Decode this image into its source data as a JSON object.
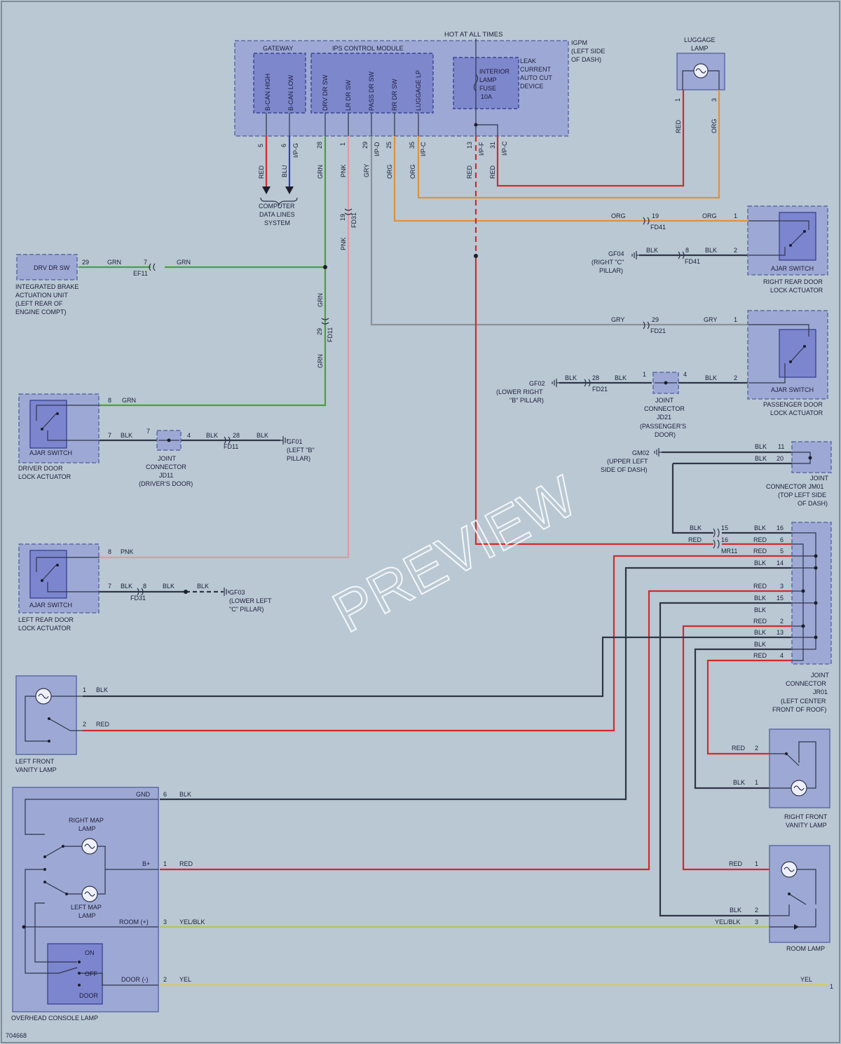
{
  "colors": {
    "red": "#d42a2a",
    "grn": "#47a23a",
    "blk": "#303548",
    "gry": "#8a9298",
    "org": "#e0913a",
    "pnk": "#e09aa6",
    "blu": "#2c3fd2",
    "yel": "#d0d048"
  },
  "watermark": "PREVIEW",
  "figure_id": "704668",
  "top": {
    "hot_at_all_times": "HOT AT ALL TIMES",
    "igpm": [
      "IGPM",
      "(LEFT SIDE",
      "OF DASH)"
    ],
    "gateway": "GATEWAY",
    "ips_control_module": "IPS CONTROL MODULE",
    "gateway_pins": [
      "B-CAN HIGH",
      "B-CAN LOW"
    ],
    "ips_pins": [
      "DRV DR SW",
      "LR DR SW",
      "PASS DR SW",
      "RR DR SW",
      "LUGGAGE LP"
    ],
    "fuse": [
      "INTERIOR",
      "LAMP",
      "FUSE",
      "10A"
    ],
    "leak_current": [
      "LEAK",
      "CURRENT",
      "AUTO CUT",
      "DEVICE"
    ],
    "computer_data_lines": [
      "COMPUTER",
      "DATA LINES",
      "SYSTEM"
    ],
    "luggage_lamp": [
      "LUGGAGE",
      "LAMP"
    ]
  },
  "pins": {
    "p5": {
      "num": "5",
      "wire": "RED",
      "conn": ""
    },
    "p6": {
      "num": "6",
      "wire": "BLU",
      "conn": "I/P-G"
    },
    "p28": {
      "num": "28",
      "wire": "GRN",
      "conn": ""
    },
    "p1": {
      "num": "1",
      "wire": "PNK",
      "conn": ""
    },
    "p29": {
      "num": "29",
      "wire": "GRY",
      "conn": "I/P-D"
    },
    "p25": {
      "num": "25",
      "wire": "ORG",
      "conn": ""
    },
    "p35": {
      "num": "35",
      "wire": "ORG",
      "conn": "I/P-C"
    },
    "p13": {
      "num": "13",
      "wire": "RED",
      "conn": "I/P-F"
    },
    "p31": {
      "num": "31",
      "wire": "RED",
      "conn": "I/P-C"
    },
    "lug1": {
      "num": "1",
      "wire": "RED"
    },
    "lug3": {
      "num": "3",
      "wire": "ORG"
    }
  },
  "fd31": {
    "num": "19",
    "conn": "FD31",
    "wire": "PNK"
  },
  "fd11_grn": {
    "num": "29",
    "conn": "FD11",
    "wire": "GRN"
  },
  "drv_dr_sw": {
    "label": "DRV DR SW",
    "pin": "29",
    "wire1": "GRN",
    "conn_num": "7",
    "conn": "EF11",
    "wire2": "GRN",
    "caption": [
      "INTEGRATED BRAKE",
      "ACTUATION UNIT",
      "(LEFT REAR OF",
      "ENGINE COMPT)"
    ]
  },
  "driver_door": {
    "ajar": "AJAR SWITCH",
    "caption": [
      "DRIVER DOOR",
      "LOCK ACTUATOR"
    ],
    "pin8": "8",
    "grn": "GRN",
    "pin7": "7",
    "blk": "BLK",
    "jd11_in": "7",
    "jd11_out": "4",
    "blk2": "BLK",
    "fd11_num": "28",
    "fd11": "FD11",
    "blk3": "BLK",
    "gf01": [
      "GF01",
      "(LEFT \"B\"",
      "PILLAR)"
    ],
    "jd11": [
      "JOINT",
      "CONNECTOR",
      "JD11",
      "(DRIVER'S DOOR)"
    ]
  },
  "left_rear_door": {
    "ajar": "AJAR SWITCH",
    "caption": [
      "LEFT REAR DOOR",
      "LOCK ACTUATOR"
    ],
    "pin8": "8",
    "pnk": "PNK",
    "pin7": "7",
    "blk": "BLK",
    "fd31_num": "8",
    "fd31": "FD31",
    "blk2": "BLK",
    "blk3": "BLK",
    "gf03": [
      "GF03",
      "(LOWER LEFT",
      "\"C\" PILLAR)"
    ]
  },
  "right_rear_door": {
    "org1": "ORG",
    "fd41_num": "19",
    "fd41": "FD41",
    "org2": "ORG",
    "pin1": "1",
    "gf04": [
      "GF04",
      "(RIGHT \"C\"",
      "PILLAR)"
    ],
    "blk1": "BLK",
    "fd41b_num": "8",
    "fd41b": "FD41",
    "blk2": "BLK",
    "pin2": "2",
    "ajar": "AJAR SWITCH",
    "caption": [
      "RIGHT REAR DOOR",
      "LOCK ACTUATOR"
    ]
  },
  "passenger_door": {
    "gry1": "GRY",
    "fd21_num": "29",
    "fd21": "FD21",
    "gry2": "GRY",
    "pin1": "1",
    "gf02": [
      "GF02",
      "(LOWER RIGHT",
      "\"B\" PILLAR)"
    ],
    "blk1": "BLK",
    "fd21b_num": "28",
    "fd21b": "FD21",
    "blk2": "BLK",
    "jd21_in": "1",
    "jd21_out": "4",
    "blk3": "BLK",
    "pin2": "2",
    "jd21": [
      "JOINT",
      "CONNECTOR",
      "JD21",
      "(PASSENGER'S",
      "DOOR)"
    ],
    "ajar": "AJAR SWITCH",
    "caption": [
      "PASSENGER DOOR",
      "LOCK ACTUATOR"
    ]
  },
  "gm02": {
    "label": [
      "GM02",
      "(UPPER LEFT",
      "SIDE OF DASH)"
    ],
    "blk1": "BLK",
    "pin11": "11",
    "blk2": "BLK",
    "pin20": "20"
  },
  "jm01": [
    "JOINT",
    "CONNECTOR JM01",
    "(TOP LEFT SIDE",
    "OF DASH)"
  ],
  "mr11": {
    "rows": [
      {
        "wl": "BLK",
        "nl": "15",
        "wr": "BLK",
        "nr": "16"
      },
      {
        "wl": "RED",
        "nl": "16",
        "wr": "RED",
        "nr": "6"
      },
      {
        "wl": "",
        "nl": "MR11",
        "wr": "RED",
        "nr": "5"
      },
      {
        "wl": "",
        "nl": "",
        "wr": "BLK",
        "nr": "14"
      }
    ]
  },
  "jr01_rows": [
    {
      "w": "RED",
      "n": "3"
    },
    {
      "w": "BLK",
      "n": "15"
    },
    {
      "w": "BLK",
      "n": ""
    },
    {
      "w": "RED",
      "n": "2"
    },
    {
      "w": "BLK",
      "n": "13"
    },
    {
      "w": "BLK",
      "n": ""
    },
    {
      "w": "RED",
      "n": "4"
    }
  ],
  "jr01": [
    "JOINT",
    "CONNECTOR",
    "JR01",
    "(LEFT CENTER",
    "FRONT OF ROOF)"
  ],
  "left_vanity": {
    "pin1": "1",
    "blk": "BLK",
    "pin2": "2",
    "red": "RED",
    "caption": [
      "LEFT FRONT",
      "VANITY LAMP"
    ]
  },
  "right_vanity": {
    "red": "RED",
    "pin2": "2",
    "blk": "BLK",
    "pin1": "1",
    "caption": [
      "RIGHT FRONT",
      "VANITY LAMP"
    ]
  },
  "room_lamp": {
    "red": "RED",
    "pin1": "1",
    "blk": "BLK",
    "pin2": "2",
    "yelblk": "YEL/BLK",
    "pin3": "3",
    "caption": "ROOM LAMP"
  },
  "overhead": {
    "caption": "OVERHEAD CONSOLE LAMP",
    "gnd": "GND",
    "gnd_pin": "6",
    "gnd_wire": "BLK",
    "bplus": "B+",
    "bplus_pin": "1",
    "bplus_wire": "RED",
    "room": "ROOM (+)",
    "room_pin": "3",
    "room_wire": "YEL/BLK",
    "door": "DOOR (-)",
    "door_pin": "2",
    "door_wire": "YEL",
    "right_map": [
      "RIGHT MAP",
      "LAMP"
    ],
    "left_map": [
      "LEFT MAP",
      "LAMP"
    ],
    "on": "ON",
    "off": "OFF",
    "doorsw": "DOOR",
    "yel_end": "YEL",
    "end_pin": "1"
  }
}
